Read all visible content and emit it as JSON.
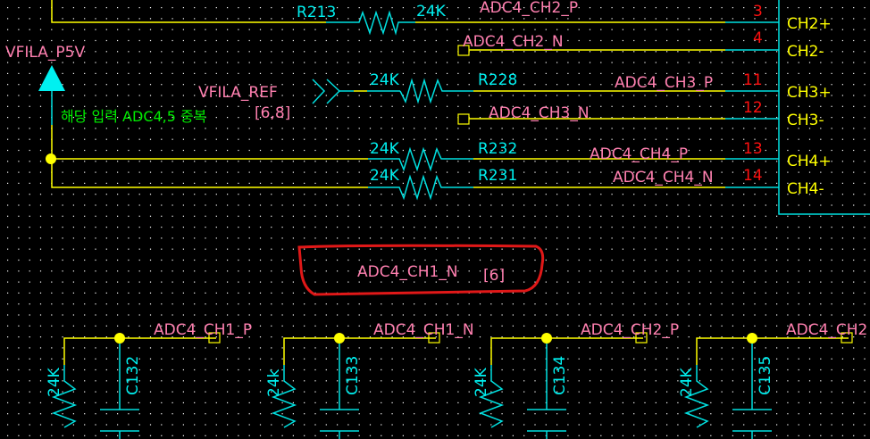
{
  "colors": {
    "background": "#000000",
    "grid_dot": "#ffffff",
    "wire": "#ffff00",
    "component": "#00e0e0",
    "net_label": "#ff80b0",
    "pin_number": "#ff1010",
    "pin_name": "#ffff00",
    "comment": "#00ee00",
    "highlight": "#e01818"
  },
  "power": {
    "label": "VFILA_P5V"
  },
  "offpage": {
    "label": "VFILA_REF",
    "ref": "[6,8]"
  },
  "comment": "해당 입력 ADC4,5 중복",
  "resistors_top": [
    {
      "ref": "R213",
      "value": "24K"
    },
    {
      "ref": "R228",
      "value": "24K"
    },
    {
      "ref": "R232",
      "value": "24K"
    },
    {
      "ref": "R231",
      "value": "24K"
    }
  ],
  "nets": {
    "ch2_p": "ADC4_CH2_P",
    "ch2_n": "ADC4_CH2_N",
    "ch3_p": "ADC4_CH3_P",
    "ch3_n": "ADC4_CH3_N",
    "ch4_p": "ADC4_CH4_P",
    "ch4_n": "ADC4_CH4_N"
  },
  "ic_pins": [
    {
      "number": "3",
      "name": "CH2+"
    },
    {
      "number": "4",
      "name": "CH2-"
    },
    {
      "number": "11",
      "name": "CH3+"
    },
    {
      "number": "12",
      "name": "CH3-"
    },
    {
      "number": "13",
      "name": "CH4+"
    },
    {
      "number": "14",
      "name": "CH4-"
    }
  ],
  "highlight": {
    "net": "ADC4_CH1_N",
    "ref": "[6]"
  },
  "filters": [
    {
      "net": "ADC4_CH1_P",
      "res_value": "24K",
      "cap_ref": "C132"
    },
    {
      "net": "ADC4_CH1_N",
      "res_value": "24k",
      "cap_ref": "C133"
    },
    {
      "net": "ADC4_CH2_P",
      "res_value": "24K",
      "cap_ref": "C134"
    },
    {
      "net": "ADC4_CH2",
      "res_value": "24K",
      "cap_ref": "C135"
    }
  ]
}
